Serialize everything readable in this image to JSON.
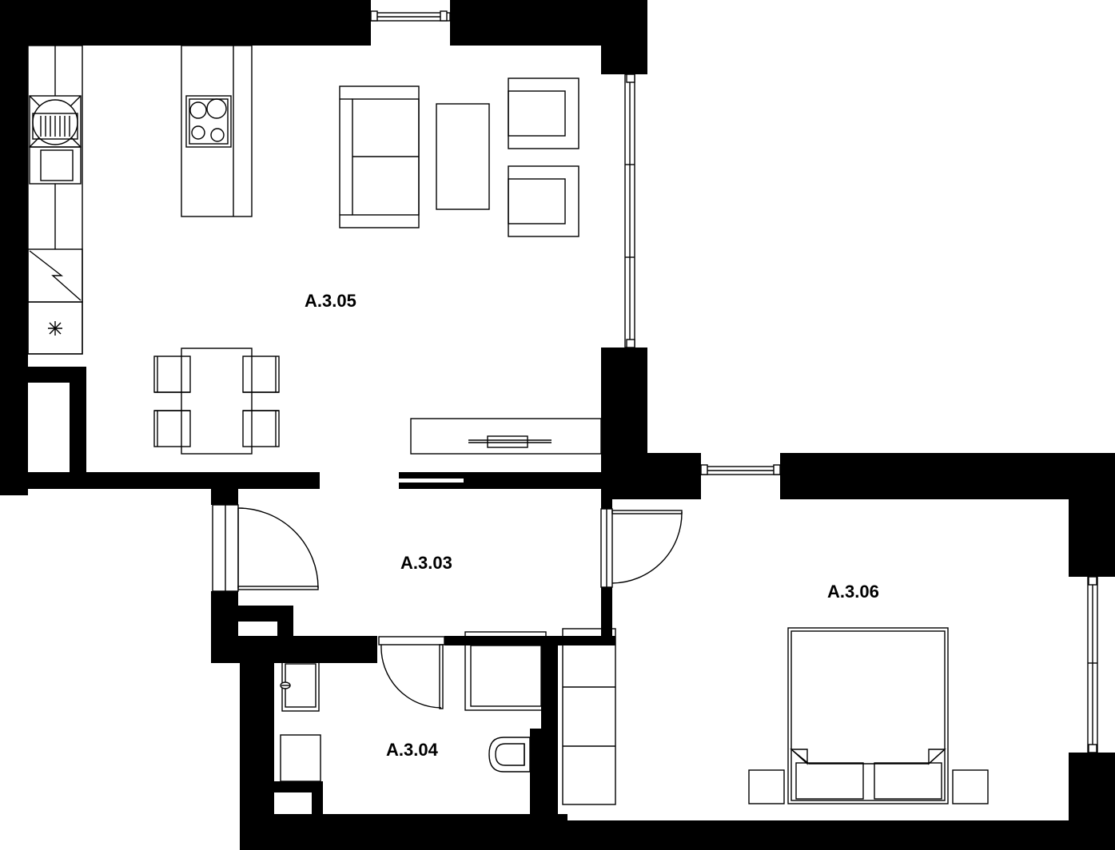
{
  "plan": {
    "rooms": [
      {
        "id": "living",
        "label": "A.3.05"
      },
      {
        "id": "hall",
        "label": "A.3.03"
      },
      {
        "id": "bath",
        "label": "A.3.04"
      },
      {
        "id": "bedroom",
        "label": "A.3.06"
      }
    ],
    "colors": {
      "wall": "#000000",
      "line": "#000000",
      "background": "#ffffff"
    }
  }
}
